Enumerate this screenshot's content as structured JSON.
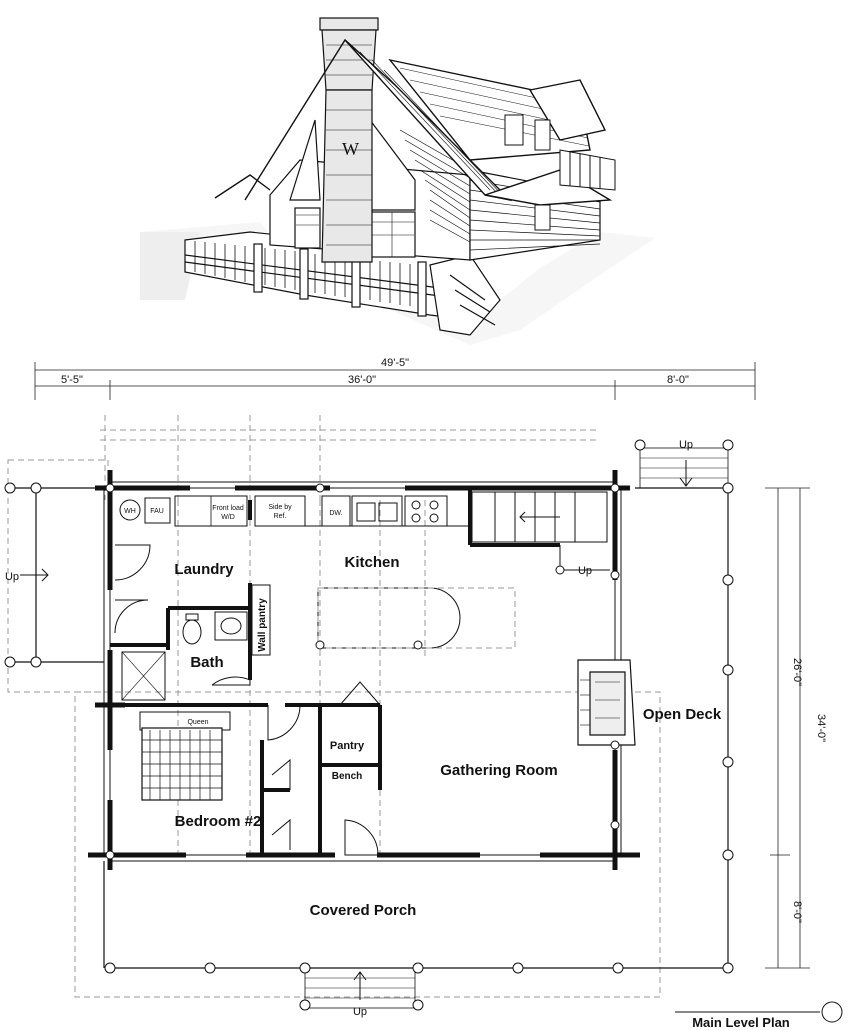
{
  "rooms": {
    "laundry": "Laundry",
    "kitchen": "Kitchen",
    "bath": "Bath",
    "wall_pantry": "Wall pantry",
    "pantry": "Pantry",
    "bench": "Bench",
    "gathering_room": "Gathering Room",
    "open_deck": "Open Deck",
    "bedroom2": "Bedroom #2",
    "covered_porch": "Covered Porch"
  },
  "fixtures": {
    "wh": "WH",
    "fau": "FAU",
    "front_load_wd": [
      "Front load",
      "W/D"
    ],
    "side_by_ref": [
      "Side by",
      "Ref."
    ],
    "dw": "DW.",
    "queen": "Queen"
  },
  "dimensions": {
    "overall": "49'-5\"",
    "left": "5'-5\"",
    "middle": "36'-0\"",
    "right": "8'-0\"",
    "depth_total": "34'-0\"",
    "depth_main": "26'-0\"",
    "depth_porch": "8'-0\""
  },
  "stairs": {
    "up_labels": [
      "Up",
      "Up",
      "Up",
      "Up"
    ]
  },
  "caption": "Main Level Plan"
}
